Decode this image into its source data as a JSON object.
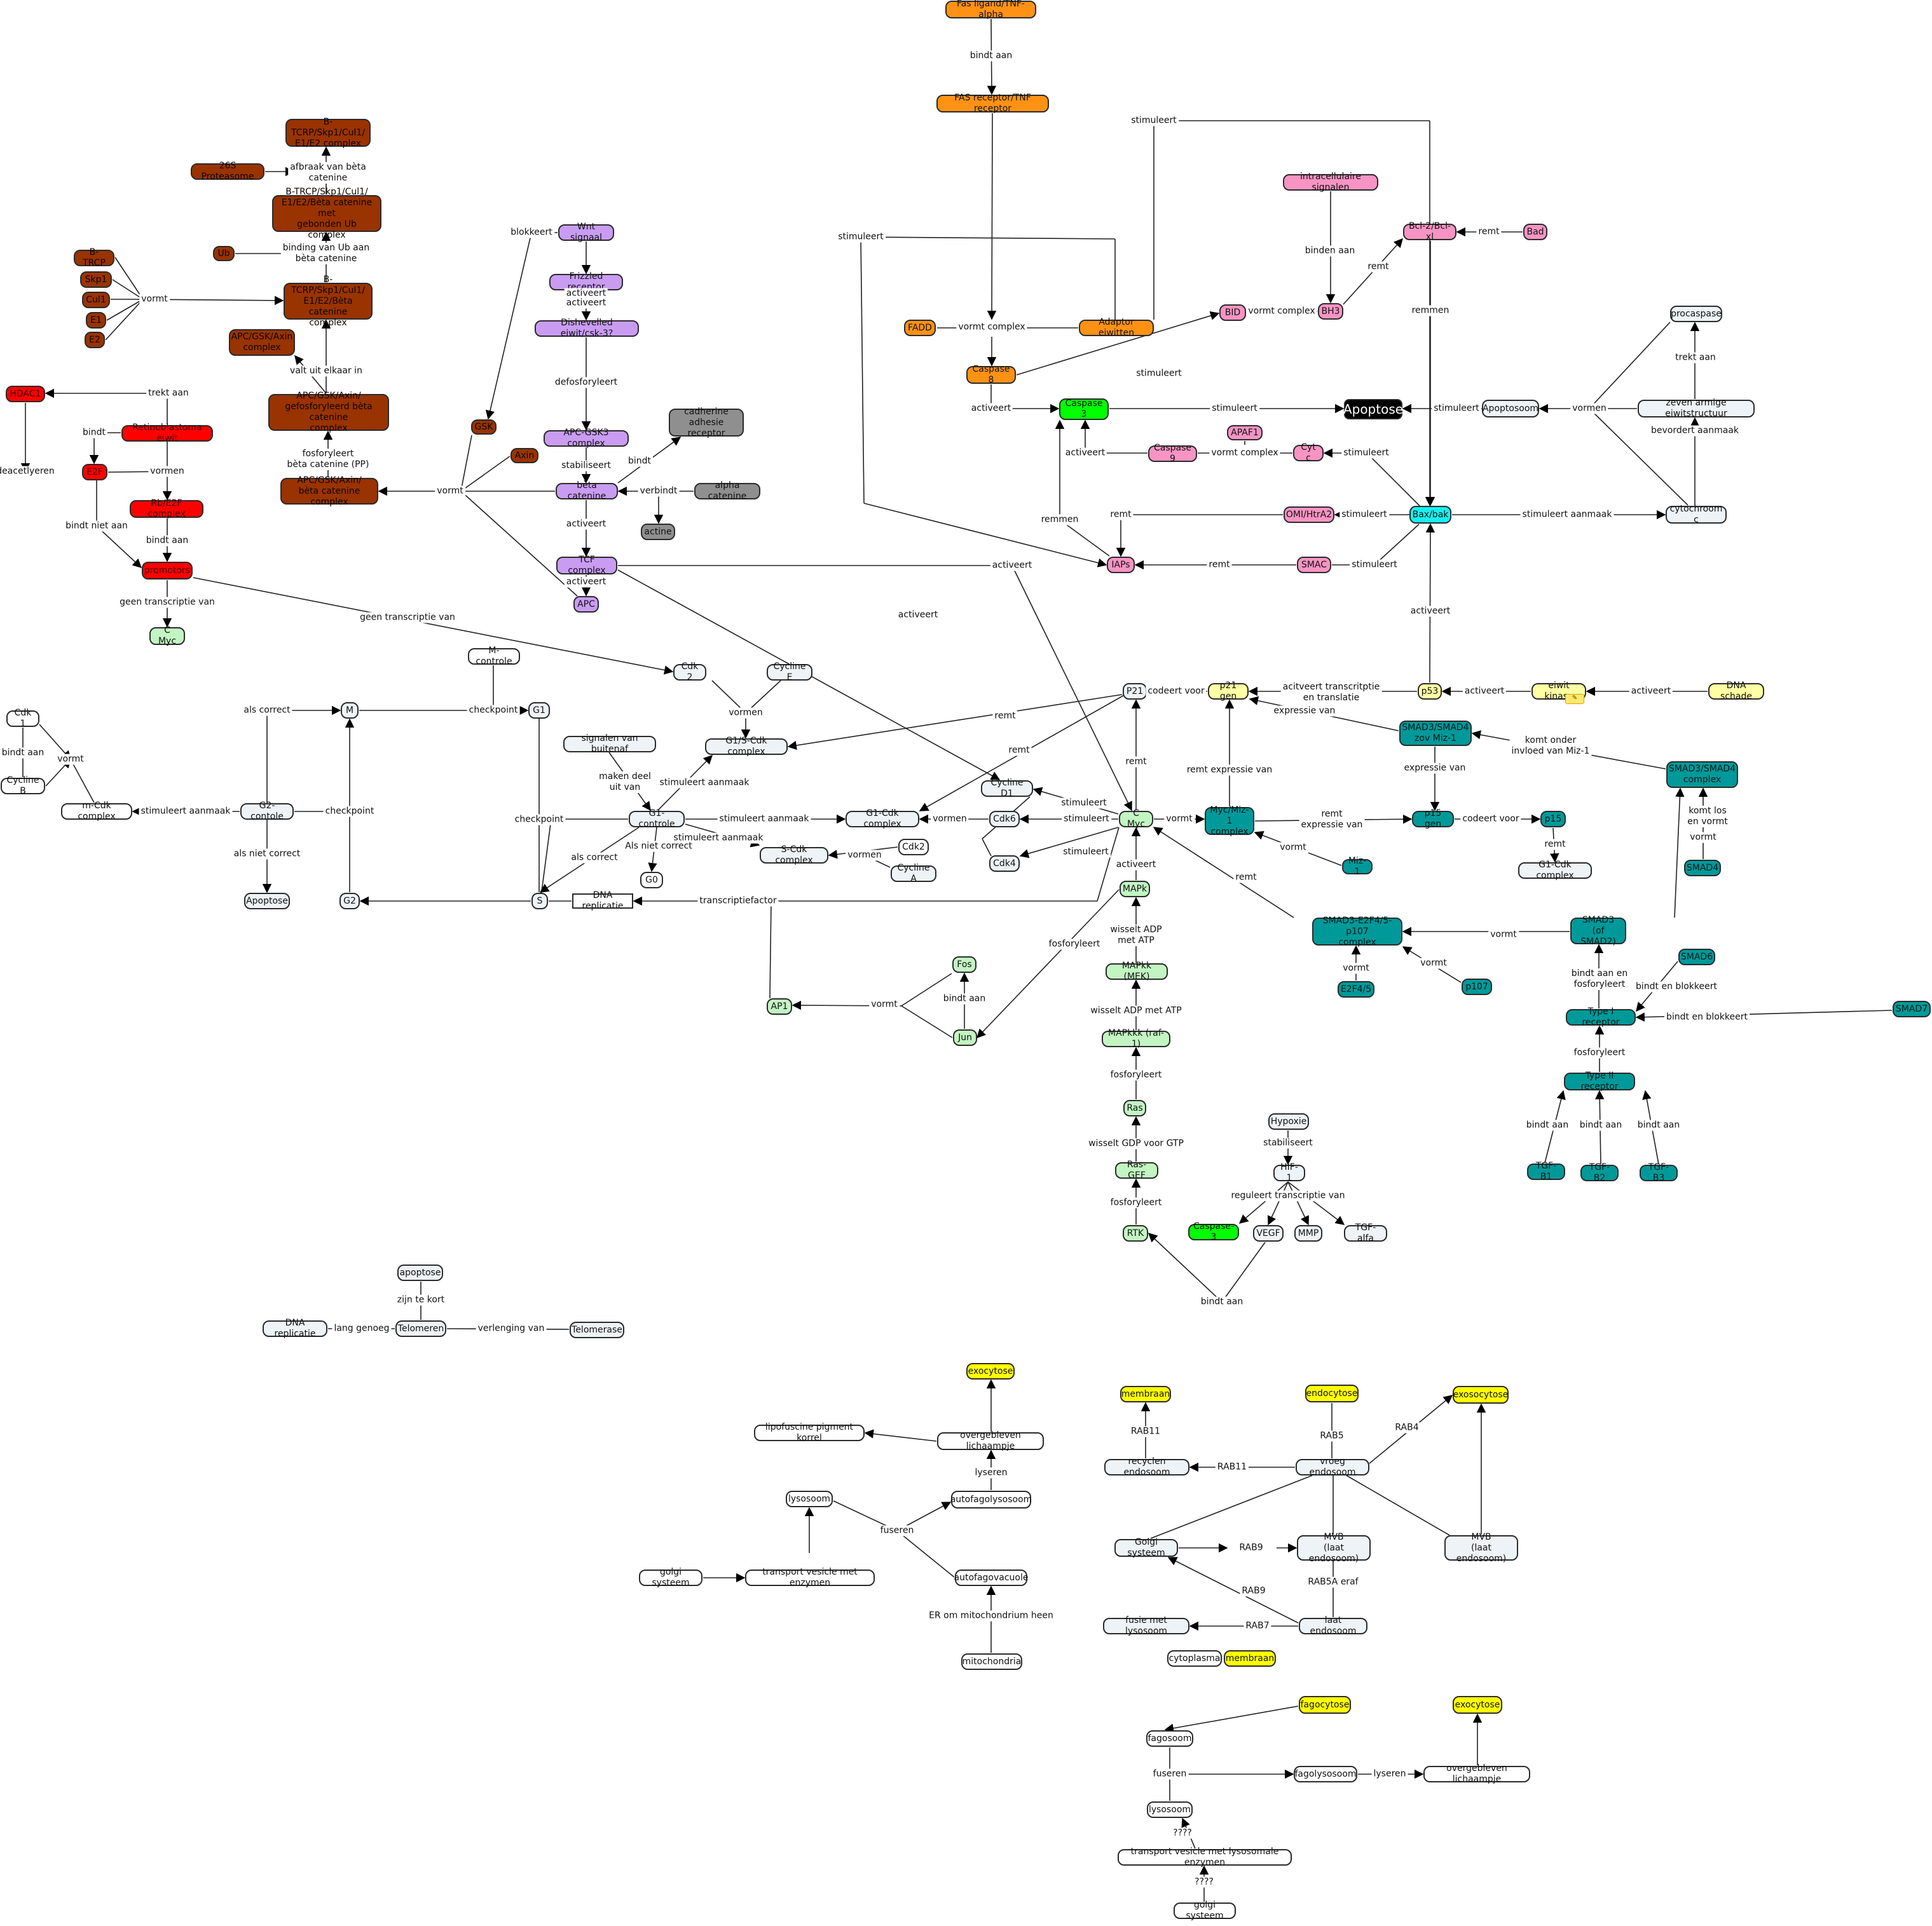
{
  "colors": {
    "orange": "#ff9214",
    "brown": "#993300",
    "red": "#ff0000",
    "purple": "#c99cf2",
    "grey": "#8f8f8f",
    "pink": "#f794c4",
    "cyan": "#16f0f0",
    "green": "#00ff00",
    "light_green": "#c2f5c2",
    "yellow": "#ffff00",
    "light_yellow": "#ffffa3",
    "teal": "#009999",
    "light": "#edf3f6",
    "white": "#ffffff",
    "black": "#000000"
  },
  "nodes": {
    "fasl": "Fas ligand/TNF-alpha",
    "fasr": "FAS receptor/TNF receptor",
    "fadd": "FADD",
    "adaptor": "Adaptor eiwitten",
    "casp8": "Caspase 8",
    "casp3": "Caspase 3",
    "apoptose_main": "Apoptose",
    "casp9": "Caspase 9",
    "apaf1": "APAF1",
    "cytc": "Cyt c",
    "omi": "OMI/HtrA2",
    "iaps": "IAPs",
    "smac": "SMAC",
    "baxbak": "Bax/bak",
    "bid": "BID",
    "bh3": "BH3",
    "intrasig": "intracellulaire signalen",
    "bcl2": "Bcl-2/Bcl-xl",
    "bad": "Bad",
    "procaspase": "procaspase",
    "apoptosoom": "Apoptosoom",
    "zeven": "zeven armige eiwitstructuur",
    "cytochrome": "cytochroom c",
    "p53": "p53",
    "eiwitkinase": "eiwit kinase",
    "dnaschade": "DNA schade",
    "p21gen": "p21 gen",
    "p21": "P21",
    "smad34miz": "SMAD3/SMAD4\nzov Miz-1",
    "smad34c": "SMAD3/SMAD4\ncomplex",
    "smad4": "SMAD4",
    "mycmiz": "Myc/Miz-1\ncomplex",
    "p15gen": "p15 gen",
    "p15": "p15",
    "g1cdk_r": "G1-Cdk complex",
    "miz1": "Miz-1",
    "smad3e2f": "SMAD3-E2F4/5-p107\ncomplex",
    "smad3": "SMAD3\n(of SMAD2)",
    "e2f45": "E2F4/5",
    "p107": "p107",
    "smad6": "SMAD6",
    "smad7": "SMAD7",
    "type1": "Type I receptor",
    "type2": "Type II receptor",
    "tgfb1": "TGF-B1",
    "tgfb2": "TGF-B2",
    "tgfb3": "TGF-B3",
    "cmyc": "C Myc",
    "mapk": "MAPk",
    "mapkk": "MAPkk (MEK)",
    "mapkkk": "MAPkkk (raf-1)",
    "ras": "Ras",
    "rasgef": "Ras-GEF",
    "rtk": "RTK",
    "fos": "Fos",
    "jun": "Jun",
    "ap1": "AP1",
    "hypoxie": "Hypoxie",
    "hif1": "HIF-1",
    "casp3b": "Caspase-3",
    "vegf": "VEGF",
    "mmp": "MMP",
    "tgfalfa": "TGF-alfa",
    "cyclind1": "Cycline D1",
    "cdk6": "Cdk6",
    "cdk4": "Cdk4",
    "g1cdk": "G1-Cdk complex",
    "scdk": "S-Cdk complex",
    "cdk2": "Cdk2",
    "cyclinea": "Cycline A",
    "g1s": "G1/S-Cdk complex",
    "cdk2b": "Cdk 2",
    "cyclinee": "Cycline E",
    "signalen": "signalen van buitenaf",
    "g1controle": "G1-controle",
    "g0": "G0",
    "s": "S",
    "dnarep": "DNA replicatie",
    "g1": "G1",
    "m": "M",
    "mcontrole": "M-controle",
    "g2controle": "G2-contole",
    "g2": "G2",
    "apoptose_cc": "Apoptose",
    "mcdk": "m-Cdk complex",
    "cdk1": "Cdk 1",
    "cyclineb": "Cycline B",
    "wnt": "Wnt signaal",
    "frizzled": "Frizzled receptor",
    "dishevelled": "Dishevelled eiwit/csk-3?",
    "apcgsk": "APC-GSK3 complex",
    "cadherine": "cadherine\nadhesie receptor",
    "betacat": "bèta catenine",
    "alphacat": "alpha catenine",
    "actine": "actine",
    "tcf": "TCF complex",
    "apc": "APC",
    "gsk": "GSK",
    "axin": "Axin",
    "apcgskaxin_bc": "APC/GSK/Axin/\nbèta catenine complex",
    "apcgskaxin_p": "APC/GSK/Axin/\ngefosforyleerd bèta catenine\ncomplex",
    "apcgskaxin": "APC/GSK/Axin\ncomplex",
    "btrcp_e1e2": "B-TCRP/Skp1/Cul1/\nE1/E2/Bèta catenine\ncomplex",
    "ub": "Ub",
    "btrcp_ub": "B-TRCP/Skp1/Cul1/\nE1/E2/Bèta catenine met\ngebonden Ub complex",
    "proteasome": "26S Proteasome",
    "btrcp_final": "B-TCRP/Skp1/Cul1/\nE1/E2 complex",
    "btrcp": "B-TRCP",
    "skp1": "Skp1",
    "cul1": "Cul1",
    "e1": "E1",
    "e2": "E2",
    "hdac1": "HDAC1",
    "retino": "Retinoblastoma eiwit",
    "e2f": "E2F",
    "rbe2f": "Rb/E2F complex",
    "promotors": "promotors",
    "cmyc_l": "C Myc",
    "apoptose_tel": "apoptose",
    "dnarep2": "DNA replicatie",
    "telomeren": "Telomeren",
    "telomerase": "Telomerase",
    "exocytose1": "exocytose",
    "lipofuscine": "lipofuscine pigment korrel",
    "overgebleven1": "overgebleven lichaampje",
    "lysosoom1": "lysosoom",
    "autofagolys": "autofagolysosoom",
    "golgi1": "golgi systeem",
    "transport1": "transport vesicle met enzymen",
    "autofagovac": "autofagovacuole",
    "mitochondria": "mitochondria",
    "membraan1": "membraan",
    "endocytose": "endocytose",
    "exosocytose": "exosocytose",
    "recyclen": "recyclen endosoom",
    "vroeg": "vroeg endosoom",
    "golgi2": "Golgi systeem",
    "mvb1": "MVB\n(laat endosoom)",
    "mvb2": "MVB\n(laat endosoom)",
    "fusie": "fusie met lysosoom",
    "laat": "laat endosoom",
    "cytoplasma": "cytoplasma",
    "membraan2": "membraan",
    "fagocytose": "fagocytose",
    "exocytose2": "exocytose",
    "fagosoom": "fagosoom",
    "fagolysosoom": "fagolysosoom",
    "overgebleven2": "overgebleven lichaampje",
    "lysosoom2": "lysosoom",
    "transport2": "transport vesicle met lysosomale enzymen",
    "golgi3": "golgi systeem"
  },
  "labels": {
    "bindt_aan_fas": "bindt aan",
    "stimuleert_top": "stimuleert",
    "stimuleert_left": "stimuleert",
    "vormt_complex_fadd": "vormt complex",
    "stimuleert_c8": "stimuleert",
    "activeert_c8": "activeert",
    "stimuleert_c3": "stimuleert",
    "binden_aan": "binden aan",
    "remt_bh3": "remt",
    "remt_bad": "remt",
    "vormt_complex_bid": "vormt complex",
    "remmen_bcl": "remmen",
    "trekt_aan_proc": "trekt aan",
    "vormen_apo": "vormen",
    "stimuleert_apo": "stimuleert",
    "bevordert": "bevordert aanmaak",
    "stimuleert_aanmaak_cyt": "stimuleert aanmaak",
    "stimuleert_cytc": "stimuleert",
    "vormt_complex_c9": "vormt complex",
    "activeert_c9": "activeert",
    "remmen_iaps": "remmen",
    "remt_omi": "remt",
    "stimuleert_omi": "stimuleert",
    "remt_smac": "remt",
    "stimuleert_smac": "stimuleert",
    "activeert_p53": "activeert",
    "activeert_kinase": "activeert",
    "activeert_dna": "activeert",
    "activeert_transcr": "acitveert transcritptie\nen translatie",
    "codeert_p21": "codeert voor",
    "expressie_aan": "expressie van",
    "komt_onder": "komt onder\ninvloed van Miz-1",
    "expressie_p15": "expressie van",
    "remt_expressie_p21": "remt expressie van",
    "remt_expressie_p15": "remt\nexpressie van",
    "codeert_p15": "codeert voor",
    "remt_p15": "remt",
    "vormt_miz": "vormt",
    "vormt_cmyc": "vormt",
    "komt_los": "komt los\nen vormt",
    "vormt_smad4": "vormt",
    "remt_smad3e2f": "remt",
    "vormt_smad3": "vormt",
    "vormt_e2f": "vormt",
    "vormt_p107": "vormt",
    "bindt_fosforyleert": "bindt aan en\nfosforyleert",
    "bindt_blokkeert6": "bindt en blokkeert",
    "bindt_blokkeert7": "bindt en blokkeert",
    "fosforyleert_t2": "fosforyleert",
    "bindt_aan_tgf1": "bindt aan",
    "bindt_aan_tgf2": "bindt aan",
    "bindt_aan_tgf3": "bindt aan",
    "remt_p21": "remt",
    "remt_p21_g1s": "remt",
    "remt_p21_g1cdk": "remt",
    "activeert_mapk": "activeert",
    "wisselt_mapkk": "wisselt ADP\nmet ATP",
    "wisselt_mapkkk": "wisselt ADP met ATP",
    "fosforyleert_raf": "fosforyleert",
    "wisselt_gdp": "wisselt GDP voor GTP",
    "fosforyleert_rtk": "fosforyleert",
    "bindt_aan_rtk": "bindt aan",
    "fosforyleert_jun": "fosforyleert",
    "bindt_aan_jun": "bindt aan",
    "vormt_ap1": "vormt",
    "transcriptiefactor": "transcriptiefactor",
    "stabiliseert_hif": "stabiliseert",
    "reguleert": "reguleert transcriptie  van",
    "stimuleert_cd1": "stimuleert",
    "stimuleert_cdk6": "stimuleert",
    "stimuleert_cdk4": "stimuleert",
    "vormen_g1cdk": "vormen",
    "vormen_scdk": "vormen",
    "vormen_g1s": "vormen",
    "stimuleert_aanmaak_g1cdk": "stimuleert aanmaak",
    "stimuleert_aanmaak_g1s": "stimuleert aanmaak",
    "stimuleert_aanmaak_scdk": "stimuleert aanmaak",
    "maken_deel": "maken deel\nuit van",
    "checkpoint_g1": "checkpoint",
    "als_correct_g1": "als correct",
    "als_niet_correct_g1": "Als niet correct",
    "checkpoint_m": "checkpoint",
    "als_correct_g2": "als correct",
    "als_niet_correct_g2": "als niet correct",
    "checkpoint_g2": "checkpoint",
    "stimuleert_aanmaak_m": "stimuleert aanmaak",
    "bindt_aan_cdk1": "bindt aan",
    "vormt_mcdk": "vormt",
    "activeert_frizzled": "activeert",
    "activeert_dish": "activeert",
    "defosforyleert": "defosforyleert",
    "stabiliseert_bc": "stabiliseert",
    "bindt_cad": "bindt",
    "verbindt": "verbindt",
    "activeert_tcf": "activeert",
    "activeert_apc": "activeert",
    "activeert_cyclind": "activeert",
    "activeert_cmyc": "activeert",
    "geen_transcriptie": "geen transcriptie van",
    "blokkeert": "blokkeert",
    "vormt_wnt": "vormt",
    "fosforyleert_pp": "fosforyleert\nbèta catenine (PP)",
    "valt_uit": "valt uit elkaar in",
    "vormt_btrcp": "vormt",
    "binding_ub": "binding van Ub aan\nbèta catenine",
    "afbraak": "afbraak van bèta\ncatenine",
    "trekt_aan_hdac": "trekt aan",
    "bindt_rb": "bindt",
    "deacetlyeren": "deacetlyeren",
    "vormen_rb": "vormen",
    "bindt_niet_aan": "bindt niet aan",
    "bindt_aan_prom": "bindt aan",
    "geen_transcr_cmyc": "geen transcriptie van",
    "zijn_te_kort": "zijn te kort",
    "lang_genoeg": "lang genoeg",
    "verlenging": "verlenging van",
    "lyseren1": "lyseren",
    "fuseren1": "fuseren",
    "er_mito": "ER om mitochondrium heen",
    "rab11a": "RAB11",
    "rab11b": "RAB11",
    "rab5": "RAB5",
    "rab4": "RAB4",
    "rab9a": "RAB9",
    "rab9b": "RAB9",
    "rab5a": "RAB5A eraf",
    "rab7": "RAB7",
    "fuseren2": "fuseren",
    "lyseren2": "lyseren",
    "q1": "????",
    "q2": "????"
  }
}
